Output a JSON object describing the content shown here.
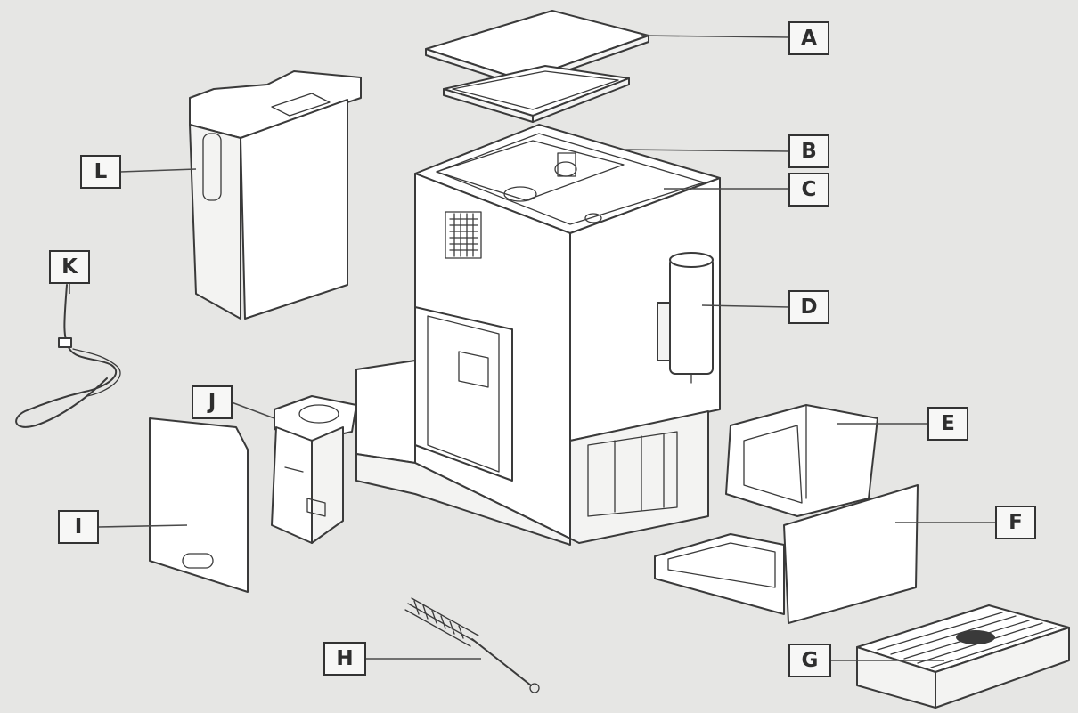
{
  "diagram": {
    "labels": {
      "A": "A",
      "B": "B",
      "C": "C",
      "D": "D",
      "E": "E",
      "F": "F",
      "G": "G",
      "H": "H",
      "I": "I",
      "J": "J",
      "K": "K",
      "L": "L"
    },
    "colors": {
      "background": "#e6e6e4",
      "line": "#3a3a3a",
      "label_fill": "#f7f7f6"
    }
  }
}
